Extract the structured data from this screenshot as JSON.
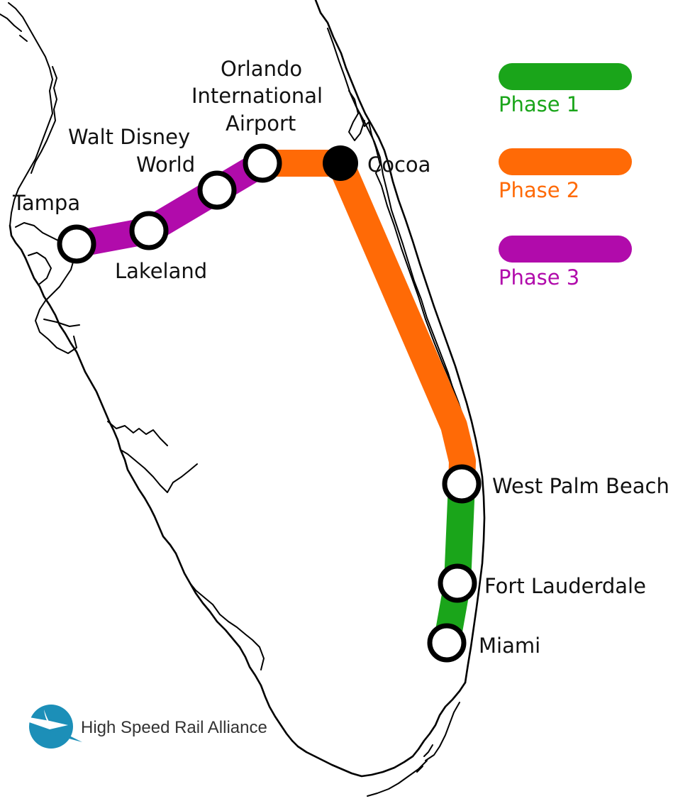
{
  "colors": {
    "phase_1": "#1aa51a",
    "phase_2": "#ff6a06",
    "phase_3": "#b10bab",
    "station_fill": "#ffffff",
    "station_stroke": "#000000",
    "hub_fill": "#000000",
    "logo_blue": "#1c8fb8"
  },
  "legend": {
    "phase_1": "Phase 1",
    "phase_2": "Phase 2",
    "phase_3": "Phase 3"
  },
  "stations": {
    "tampa": "Tampa",
    "lakeland": "Lakeland",
    "walt_disney_world_line1": "Walt Disney",
    "walt_disney_world_line2": "World",
    "orlando_line1": "Orlando",
    "orlando_line2": "International",
    "orlando_line3": "Airport",
    "cocoa": "Cocoa",
    "west_palm_beach": "West Palm Beach",
    "fort_lauderdale": "Fort Lauderdale",
    "miami": "Miami"
  },
  "branding": {
    "name": "High Speed Rail Alliance",
    "logo_icon": "high-speed-rail-alliance-logo-icon"
  }
}
